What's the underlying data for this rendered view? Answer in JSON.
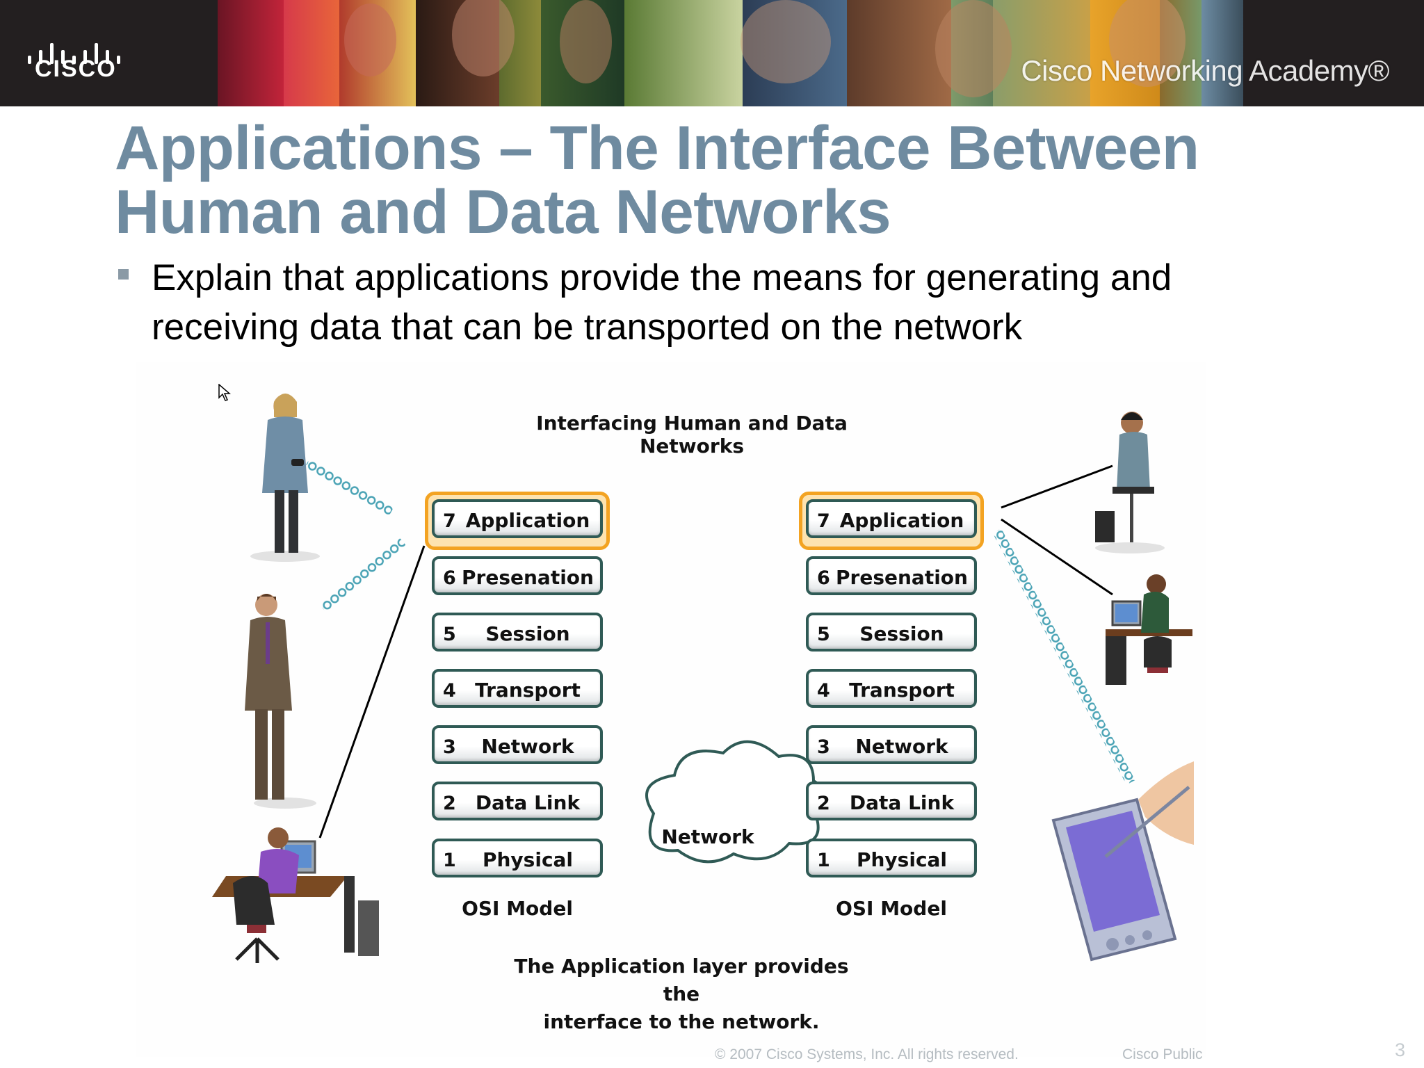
{
  "banner": {
    "logo_word": "CISCO",
    "academy": "Cisco Networking Academy®"
  },
  "slide": {
    "title_line1": "Applications – The Interface Between",
    "title_line2": "Human and Data Networks",
    "bullet": "Explain that applications provide the means for generating and receiving data that can be transported on the network"
  },
  "diagram": {
    "title": "Interfacing Human and Data Networks",
    "left_stack": {
      "label": "OSI Model",
      "layers": [
        {
          "num": "7",
          "name": "Application"
        },
        {
          "num": "6",
          "name": "Presenation"
        },
        {
          "num": "5",
          "name": "Session"
        },
        {
          "num": "4",
          "name": "Transport"
        },
        {
          "num": "3",
          "name": "Network"
        },
        {
          "num": "2",
          "name": "Data Link"
        },
        {
          "num": "1",
          "name": "Physical"
        }
      ]
    },
    "right_stack": {
      "label": "OSI Model",
      "layers": [
        {
          "num": "7",
          "name": "Application"
        },
        {
          "num": "6",
          "name": "Presenation"
        },
        {
          "num": "5",
          "name": "Session"
        },
        {
          "num": "4",
          "name": "Transport"
        },
        {
          "num": "3",
          "name": "Network"
        },
        {
          "num": "2",
          "name": "Data Link"
        },
        {
          "num": "1",
          "name": "Physical"
        }
      ]
    },
    "cloud_label": "Network",
    "caption_line1": "The Application layer provides the",
    "caption_line2": "interface to the network."
  },
  "footer": {
    "copyright": "© 2007 Cisco Systems, Inc. All rights reserved.",
    "classification": "Cisco Public",
    "page": "3"
  },
  "colors": {
    "title": "#6f8ba0",
    "highlight": "#f3a322",
    "layer_border": "#2f5a55",
    "coil": "#4aa3b5"
  },
  "icons": [
    "cisco-logo-icon",
    "mouse-cursor-icon"
  ]
}
